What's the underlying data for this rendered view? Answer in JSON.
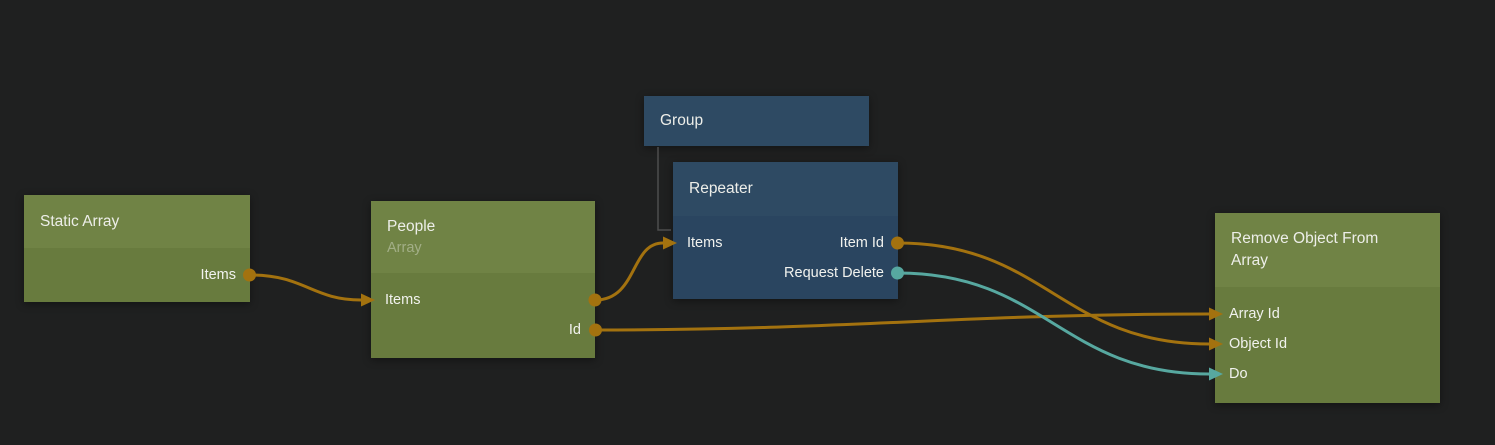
{
  "app": {
    "description": "Node graph editor canvas",
    "background_color": "#1f2020"
  },
  "colors": {
    "connection_orange": "#a3720f",
    "connection_teal": "#57a8a0",
    "green_node_header": "#708345",
    "green_node_body": "#687b3e",
    "blue_node_header": "#2e4a63",
    "blue_node_body": "#2a4560",
    "tree_connector_line": "#4d4d4d",
    "title_text": "#edeee9",
    "port_text": "#f1f2ee"
  },
  "nodes": [
    {
      "id": "static-array",
      "title": "Static Array",
      "subtitle": "",
      "color": "green",
      "rows": [
        {
          "right": "Items"
        }
      ]
    },
    {
      "id": "people",
      "title": "People",
      "subtitle": "Array",
      "color": "green",
      "rows": [
        {
          "left": "Items"
        },
        {
          "right": "Id"
        }
      ]
    },
    {
      "id": "group",
      "title": "Group",
      "subtitle": "",
      "color": "blue",
      "rows": []
    },
    {
      "id": "repeater",
      "title": "Repeater",
      "subtitle": "",
      "color": "blue",
      "rows": [
        {
          "left": "Items",
          "right": "Item Id"
        },
        {
          "right": "Request Delete"
        }
      ]
    },
    {
      "id": "remove-object-from-array",
      "title": "Remove Object From Array",
      "subtitle": "",
      "color": "green",
      "rows": [
        {
          "left": "Array Id"
        },
        {
          "left": "Object Id"
        },
        {
          "left": "Do"
        }
      ]
    }
  ],
  "connections": [
    {
      "from": "static-array.Items",
      "to": "people.Items",
      "color": "orange"
    },
    {
      "from": "people.Items",
      "to": "repeater.Items",
      "color": "orange"
    },
    {
      "from": "people.Id",
      "to": "remove-object-from-array.Array Id",
      "color": "orange"
    },
    {
      "from": "repeater.Item Id",
      "to": "remove-object-from-array.Object Id",
      "color": "orange"
    },
    {
      "from": "repeater.Request Delete",
      "to": "remove-object-from-array.Do",
      "color": "teal"
    }
  ],
  "hierarchy": [
    {
      "parent": "group",
      "child": "repeater"
    }
  ]
}
